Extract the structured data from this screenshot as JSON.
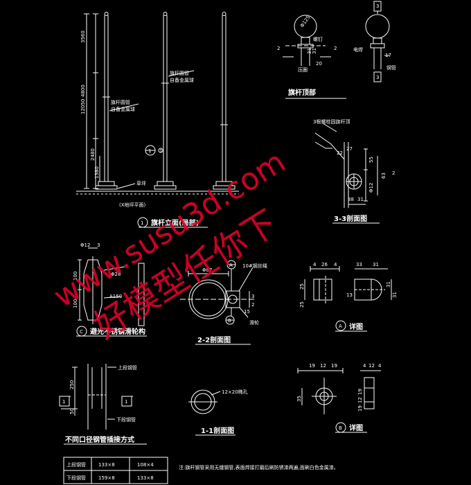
{
  "drawing": {
    "elevation": {
      "caption_num": "1",
      "caption": "旗杆立面(局部)",
      "dims": [
        "3560",
        "4800",
        "12050",
        "2480",
        "1380"
      ],
      "note_left": [
        "旗杆圆管",
        "自备金属球"
      ],
      "note_mid": [
        "旗杆圆管",
        "自备金属球"
      ],
      "marker_num": "1",
      "marker_ref": "1",
      "ground": "草坪",
      "ground_label": "(X地坪平面)"
    },
    "top": {
      "caption": "旗杆顶部",
      "dims_left": [
        "Φ125",
        "31",
        "31",
        "20"
      ],
      "label_bolt": "螺钉",
      "label_left": "压圈",
      "sec_left": [
        "2",
        "2"
      ],
      "sec_right": [
        "3",
        "3"
      ],
      "label_nut": "电焊",
      "label_r": "钢管",
      "dims_right": [
        "17"
      ]
    },
    "section33": {
      "caption": "3-3剖面图",
      "note": "3根螺栓固旗杆顶",
      "dims": [
        "27",
        "22",
        "55",
        "63",
        "38",
        "31",
        "Φ12",
        "2"
      ]
    },
    "detailC": {
      "caption_num": "C",
      "caption": "避光不锈钢滑轮构",
      "dims": [
        "Φ12",
        "3",
        "100",
        "100",
        "Φ28",
        "A150"
      ]
    },
    "section22": {
      "caption": "2-2剖面图",
      "note": "10#钢丝绳",
      "label_pulley": "滑轮",
      "marker_top": "A",
      "marker_bottom": "B",
      "dims": [
        "Φ87",
        "3",
        "2",
        "15"
      ]
    },
    "detailA": {
      "caption_num": "A",
      "caption": "详图",
      "dims": [
        "4",
        "26",
        "4",
        "33",
        "31",
        "25",
        "25",
        "13",
        "31",
        "31"
      ]
    },
    "joint": {
      "caption": "不同口径钢管插接方式",
      "upper": "上段钢管",
      "lower": "下段钢管",
      "dims": [
        "250",
        "50"
      ],
      "sec": [
        "1",
        "1"
      ]
    },
    "section11": {
      "caption": "1-1剖面图",
      "note": "12×20椭孔"
    },
    "detailB": {
      "caption_num": "B",
      "caption": "详图",
      "dims": [
        "19",
        "12",
        "19",
        "4",
        "12",
        "4",
        "35",
        "19",
        "12",
        "19"
      ]
    },
    "table": {
      "rows": [
        [
          "上段钢管",
          "133×8",
          "108×4"
        ],
        [
          "下段钢管",
          "159×8",
          "133×8"
        ]
      ]
    },
    "note": "注:旗杆钢管采用无缝钢管,表面焊接打磨后刷防锈漆两遍,面刷白色金属漆。",
    "watermark": {
      "url": "www.susu3d.com",
      "slogan": "好模型任你下"
    }
  }
}
